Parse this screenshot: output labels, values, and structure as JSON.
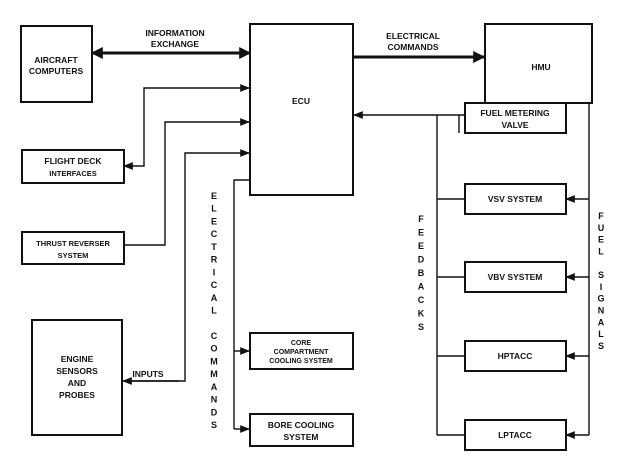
{
  "boxes": {
    "aircraft_computers": [
      "AIRCRAFT",
      "COMPUTERS"
    ],
    "ecu": [
      "ECU"
    ],
    "hmu": [
      "HMU"
    ],
    "fuel_metering_valve": [
      "FUEL METERING",
      "VALVE"
    ],
    "flight_deck": [
      "FLIGHT DECK",
      "INTERFACES"
    ],
    "thrust_reverser": [
      "THRUST REVERSER",
      "SYSTEM"
    ],
    "engine_sensors": [
      "ENGINE",
      "SENSORS",
      "AND",
      "PROBES"
    ],
    "vsv": [
      "VSV SYSTEM"
    ],
    "vbv": [
      "VBV SYSTEM"
    ],
    "hptacc": [
      "HPTACC"
    ],
    "lptacc": [
      "LPTACC"
    ],
    "core_cooling": [
      "CORE",
      "COMPARTMENT",
      "COOLING SYSTEM"
    ],
    "bore_cooling": [
      "BORE COOLING",
      "SYSTEM"
    ]
  },
  "labels": {
    "information_exchange": [
      "INFORMATION",
      "EXCHANGE"
    ],
    "electrical_commands_top": [
      "ELECTRICAL",
      "COMMANDS"
    ],
    "inputs": "INPUTS",
    "electrical_commands_vertical": "ELECTRICAL COMMANDS",
    "feedbacks_vertical": "FEEDBACKS",
    "fuel_signals_vertical": "FUEL SIGNALS"
  }
}
